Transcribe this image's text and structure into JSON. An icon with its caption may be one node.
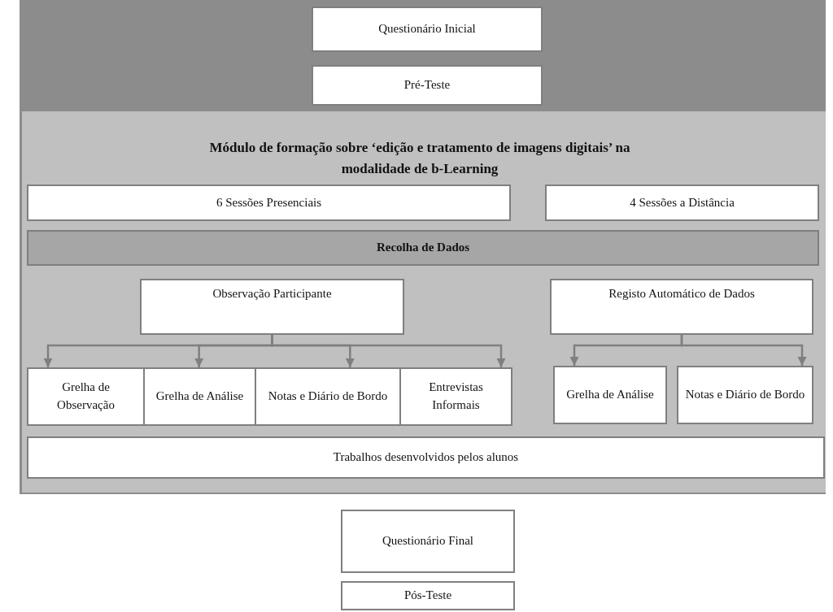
{
  "diagram": {
    "nodes": [
      {
        "text": [],
        "shape": "box"
      },
      {
        "text": [
          "Questionário Inicial"
        ],
        "in": 0
      },
      {
        "text": [
          "Pré-Teste"
        ],
        "in": 0
      },
      {
        "text": [
          "Módulo de formação sobre ‘edição e tratamento de imagens digitais’ na modalidade de b-Learning"
        ]
      },
      {
        "text": [
          "6 Sessões Presenciais"
        ],
        "in": 3
      },
      {
        "text": [
          "4 Sessões a Distância"
        ],
        "in": 3
      },
      {
        "text": [
          "Recolha de Dados"
        ],
        "in": 3
      },
      {
        "text": [
          "Observação Participante"
        ],
        "in": 3
      },
      {
        "text": [
          "Registo Automático de Dados"
        ],
        "in": 3
      },
      {
        "text": [
          "Grelha de Observação"
        ],
        "in": 3
      },
      {
        "text": [
          "Grelha de Análise"
        ],
        "in": 3
      },
      {
        "text": [
          "Notas e Diário de Bordo"
        ],
        "in": 3
      },
      {
        "text": [
          "Entrevistas Informais"
        ],
        "in": 3
      },
      {
        "text": [
          "Grelha de Análise"
        ],
        "in": 3
      },
      {
        "text": [
          "Notas e Diário de Bordo"
        ],
        "in": 3
      },
      {
        "text": [
          "Trabalhos desenvolvidos pelos alunos"
        ],
        "in": 3
      },
      {
        "text": [
          "Questionário Final"
        ]
      },
      {
        "text": [
          "Pós-Teste"
        ]
      }
    ],
    "edges": [
      {
        "from": 7,
        "to": 9,
        "arrow": "to"
      },
      {
        "from": 7,
        "to": 10,
        "arrow": "to"
      },
      {
        "from": 7,
        "to": 11,
        "arrow": "to"
      },
      {
        "from": 7,
        "to": 12,
        "arrow": "to"
      },
      {
        "from": 8,
        "to": 13,
        "arrow": "to"
      },
      {
        "from": 8,
        "to": 14,
        "arrow": "to"
      }
    ]
  }
}
